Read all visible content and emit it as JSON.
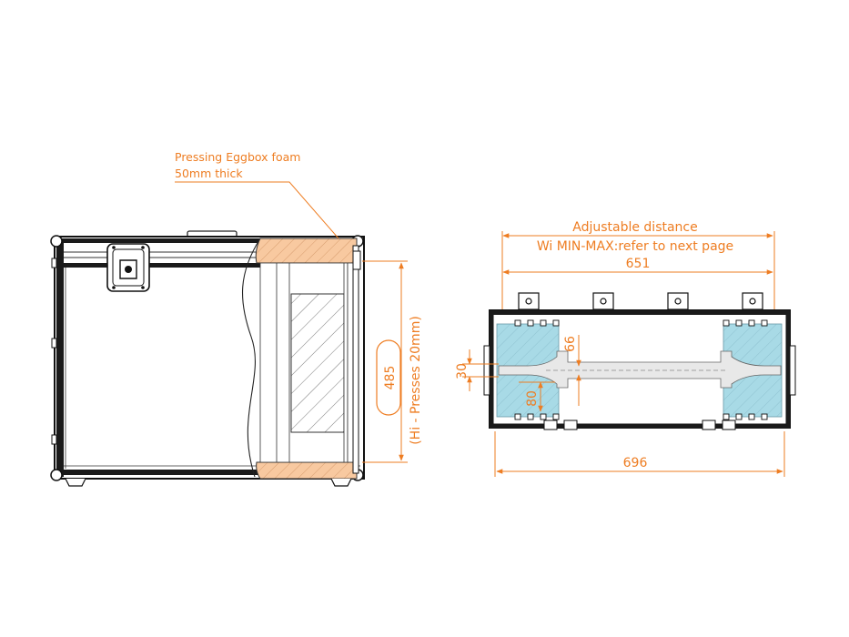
{
  "annotation": {
    "line1": "Pressing Eggbox foam",
    "line2": "50mm thick"
  },
  "front_view": {
    "height_dim": "485",
    "note": "(Hi - Presses 20mm)"
  },
  "top_view": {
    "adjustable_line1": "Adjustable distance",
    "adjustable_line2": "Wi MIN-MAX:refer to next page",
    "inner_width": "651",
    "outer_width": "696",
    "dim_66": "66",
    "dim_30": "30",
    "dim_80": "80"
  },
  "colors": {
    "dimension": "#ee7d22",
    "foam_orange": "#f8c9a0",
    "foam_blue": "#a8dae6",
    "case_black": "#1a1a1a"
  }
}
